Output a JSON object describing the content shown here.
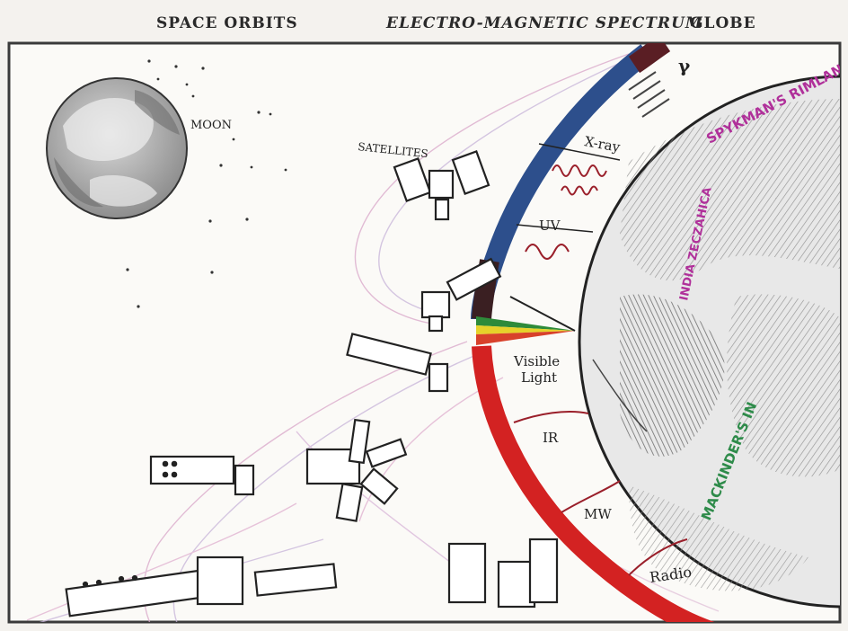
{
  "headers": {
    "space_orbits": "SPACE ORBITS",
    "em_spectrum": "ELECTRO-MAGNETIC SPECTRUM",
    "globe": "GLOBE"
  },
  "labels": {
    "moon": "MOON",
    "satellites": "SATELLITES"
  },
  "spectrum_bands": {
    "gamma": "γ",
    "xray": "X-ray",
    "uv": "UV",
    "visible_line1": "Visible",
    "visible_line2": "Light",
    "ir": "IR",
    "mw": "MW",
    "radio": "Radio"
  },
  "globe_text": {
    "spykman": "SPYKMAN'S RIMLAND",
    "rimland_tail": "INDIA ZECZAHICA",
    "mackinder": "MACKINDER'S IN"
  },
  "colors": {
    "gamma_band": "#5a1e24",
    "xray_band": "#2d4f8c",
    "uv_band": "#3a1f22",
    "visible_green": "#2e8b3a",
    "visible_yellow": "#e6d22a",
    "visible_red": "#d8412b",
    "lower_band": "#d32222",
    "wave": "#9a1f2a",
    "spykman_text": "#b0309a",
    "mackinder_text": "#2e8b4a"
  }
}
